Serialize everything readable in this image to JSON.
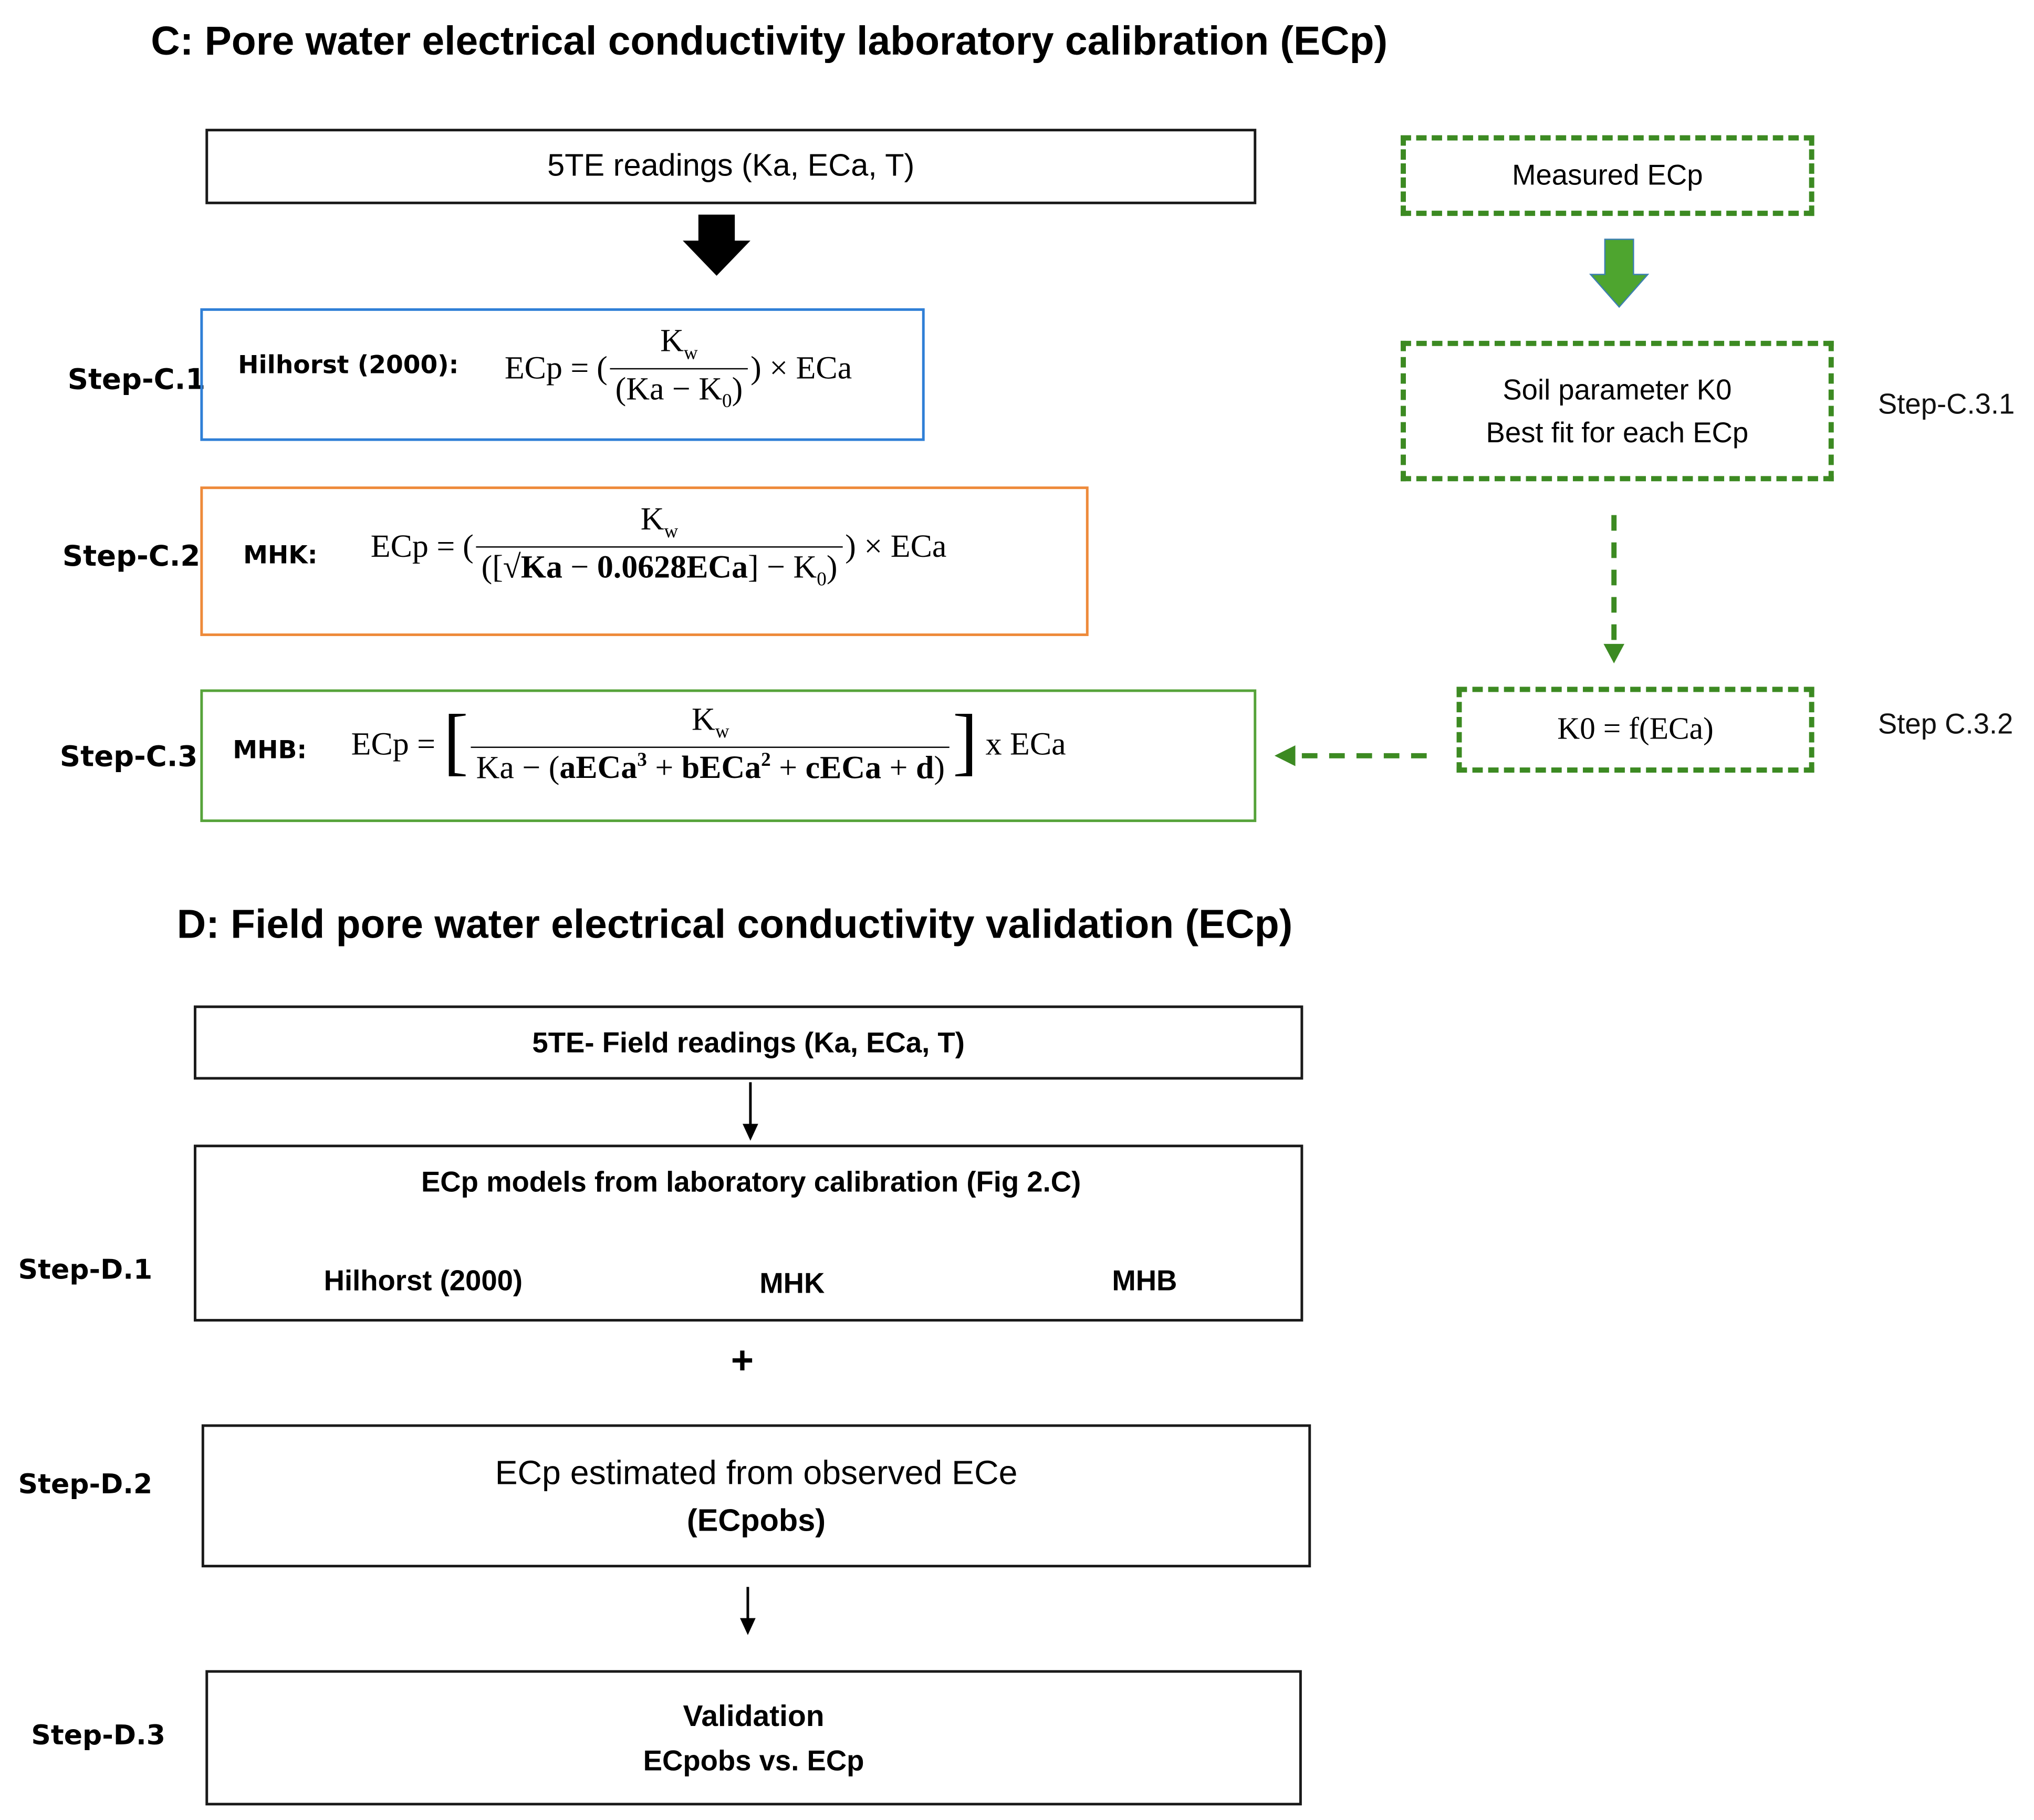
{
  "section_c": {
    "title": "C: Pore water electrical conductivity laboratory calibration (ECp)",
    "readings_box": "5TE readings (Ka, ECa, T)",
    "steps": {
      "c1_label": "Step-C.1",
      "c1_name": "Hilhorst (2000):",
      "c2_label": "Step-C.2",
      "c2_name": "MHK:",
      "c3_label": "Step-C.3",
      "c3_name": "MHB:"
    },
    "equation_parts": {
      "lhs": "ECp =",
      "kw": "Kw",
      "ka_minus_k0": "(Ka − K0)",
      "times_eca": ") × ECa",
      "mhk_den": "([√Ka − 0.0628ECa] − K0)",
      "mhb_den": "Ka − (aECa³ + bECa² + cECa + d)",
      "x_eca": "x ECa"
    },
    "right_branch": {
      "measured": "Measured ECp",
      "soil_param_line1": "Soil parameter K0",
      "soil_param_line2": "Best fit for each ECp",
      "k0_function": "K0 = f(ECa)",
      "step_c31": "Step-C.3.1",
      "step_c32": "Step C.3.2"
    }
  },
  "section_d": {
    "title": "D: Field pore water electrical conductivity validation (ECp)",
    "field_readings": "5TE- Field readings (Ka, ECa, T)",
    "models_title": "ECp models from laboratory calibration (Fig 2.C)",
    "models": [
      "Hilhorst (2000)",
      "MHK",
      "MHB"
    ],
    "plus": "+",
    "estimated_line1": "ECp estimated from observed ECe",
    "estimated_line2": "(ECpobs)",
    "validation_title": "Validation",
    "validation_line": "ECpobs vs. ECp",
    "steps": {
      "d1": "Step-D.1",
      "d2": "Step-D.2",
      "d3": "Step-D.3"
    }
  },
  "colors": {
    "blue_border": "#2f7fd6",
    "orange_border": "#ee8a3a",
    "green_border": "#56a33a",
    "dashed_green": "#3c8a22",
    "arrow_green": "#4ea52f"
  }
}
